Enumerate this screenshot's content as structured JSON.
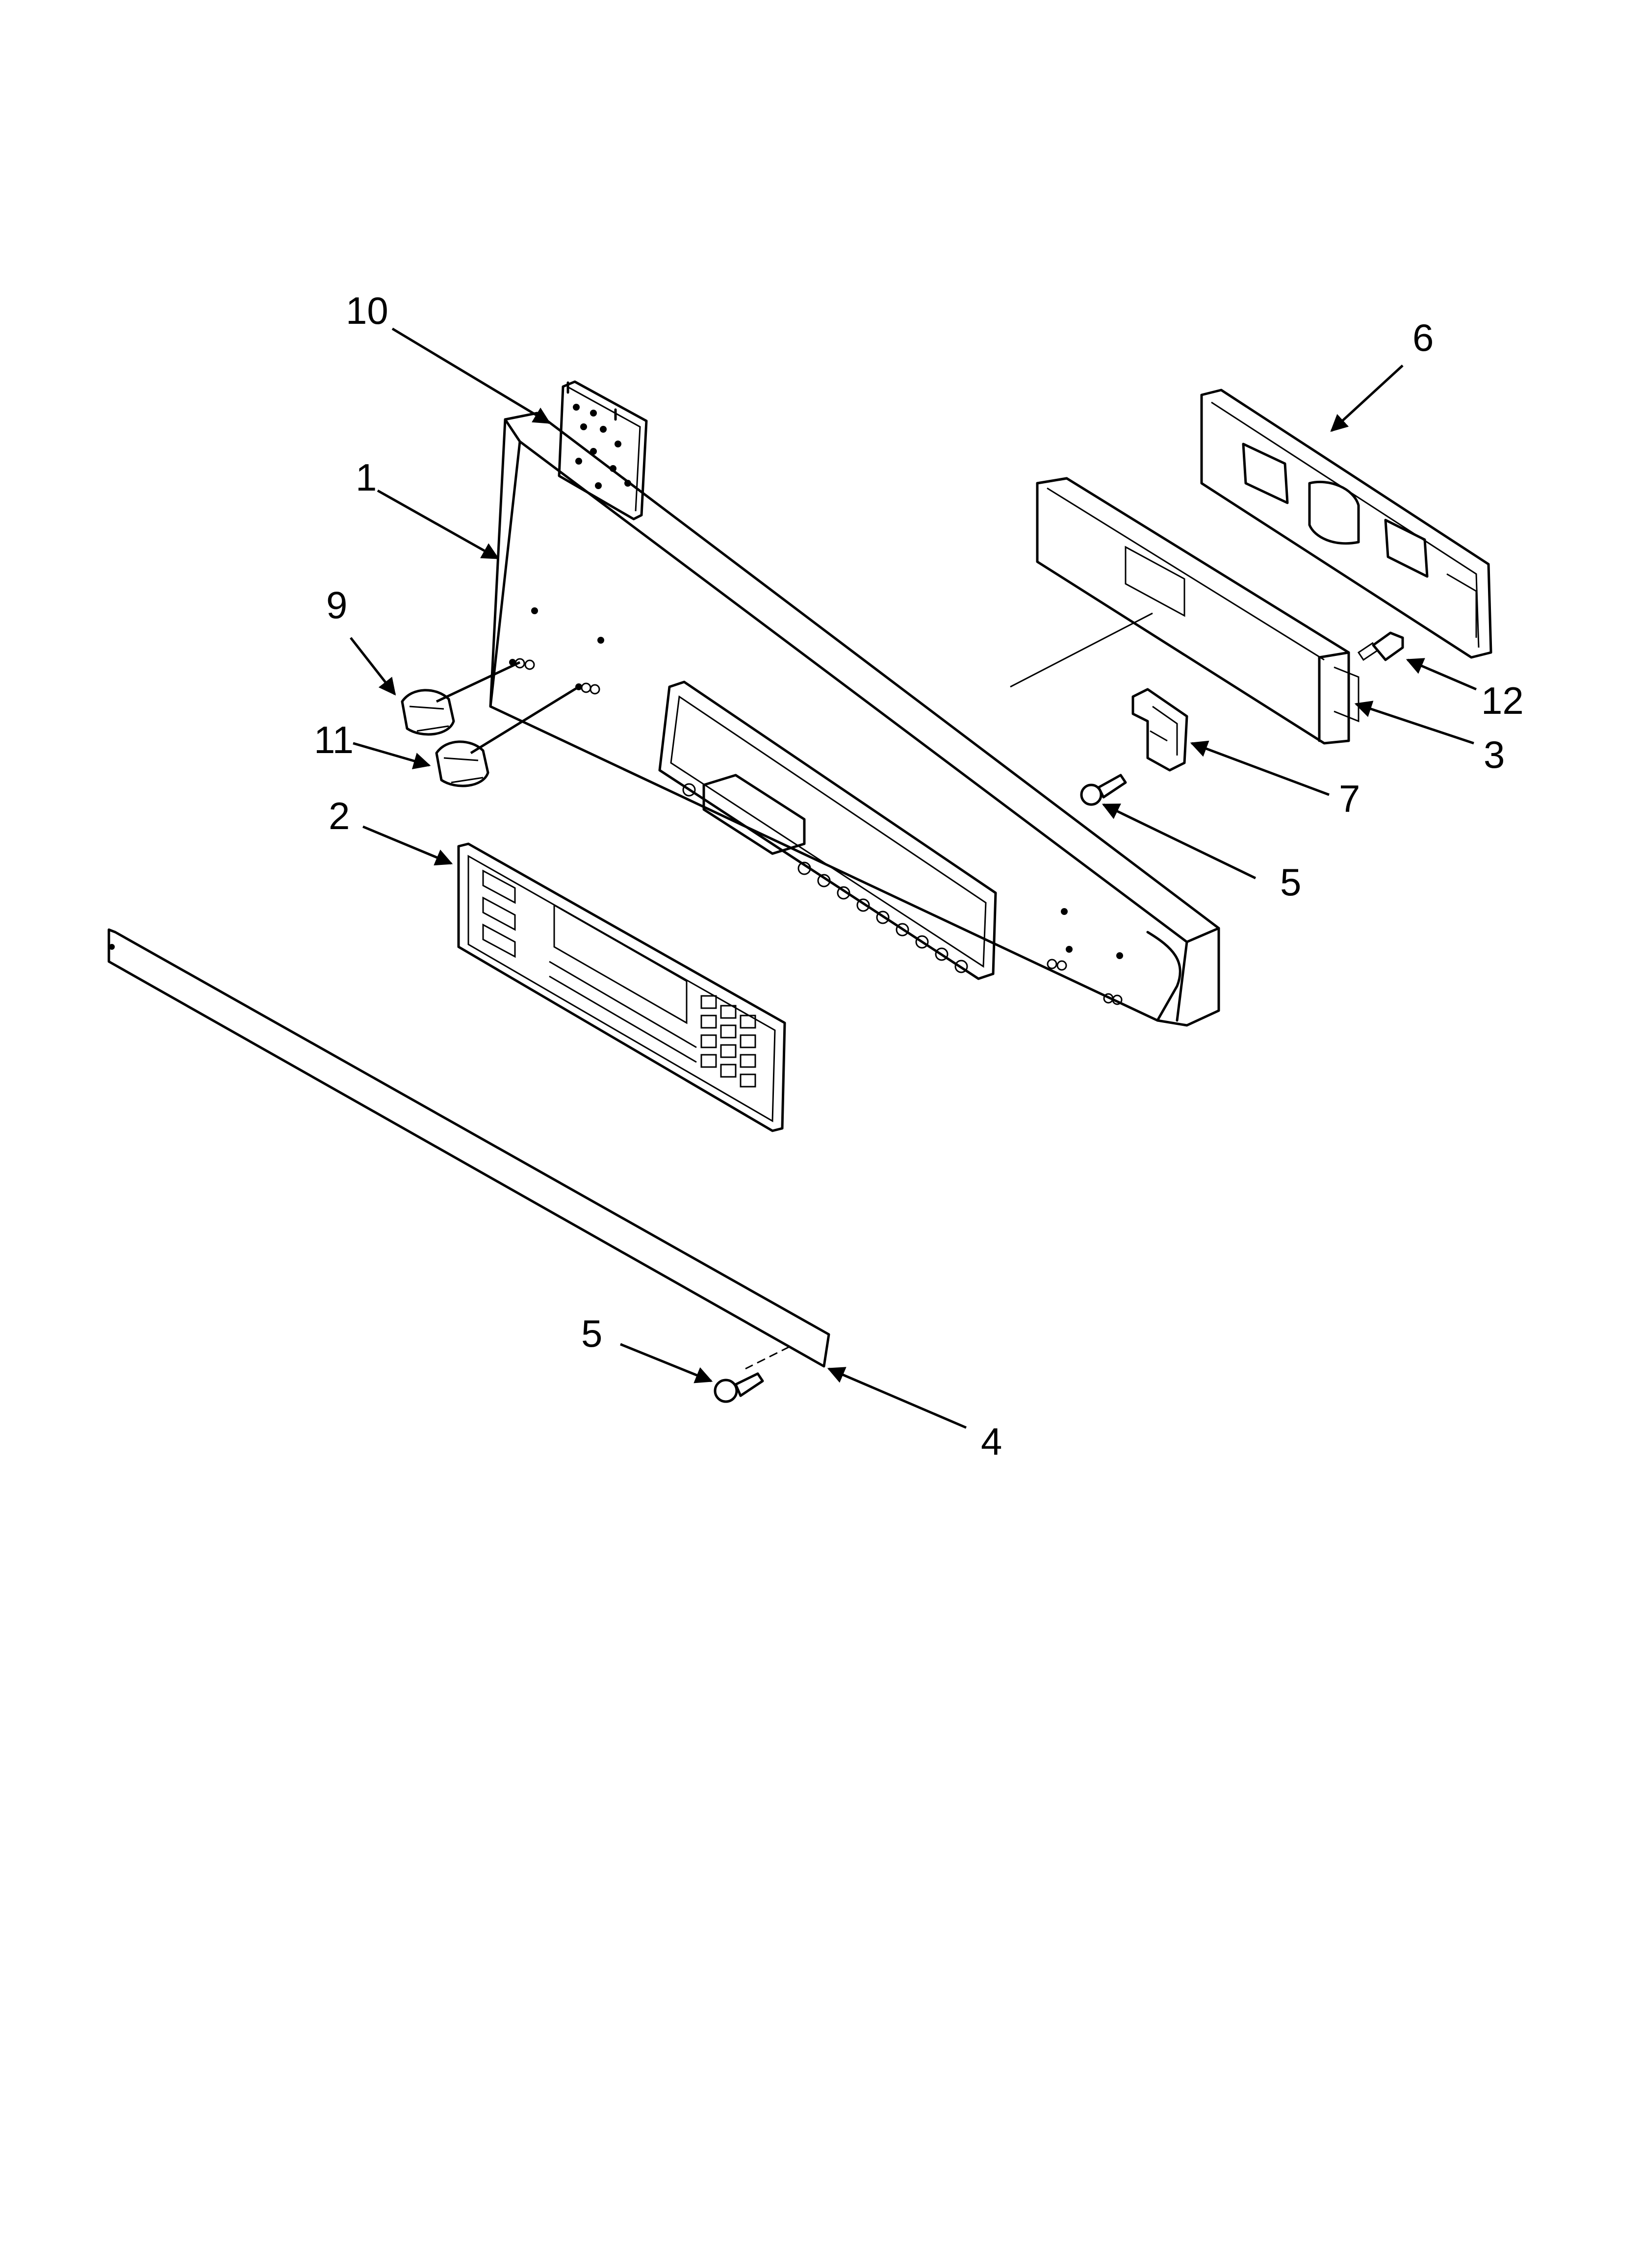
{
  "diagram": {
    "callouts": [
      {
        "id": "c10",
        "label": "10"
      },
      {
        "id": "c6",
        "label": "6"
      },
      {
        "id": "c1",
        "label": "1"
      },
      {
        "id": "c9",
        "label": "9"
      },
      {
        "id": "c11",
        "label": "11"
      },
      {
        "id": "c12",
        "label": "12"
      },
      {
        "id": "c3",
        "label": "3"
      },
      {
        "id": "c7",
        "label": "7"
      },
      {
        "id": "c2",
        "label": "2"
      },
      {
        "id": "c5a",
        "label": "5"
      },
      {
        "id": "c5b",
        "label": "5"
      },
      {
        "id": "c4",
        "label": "4"
      }
    ]
  }
}
